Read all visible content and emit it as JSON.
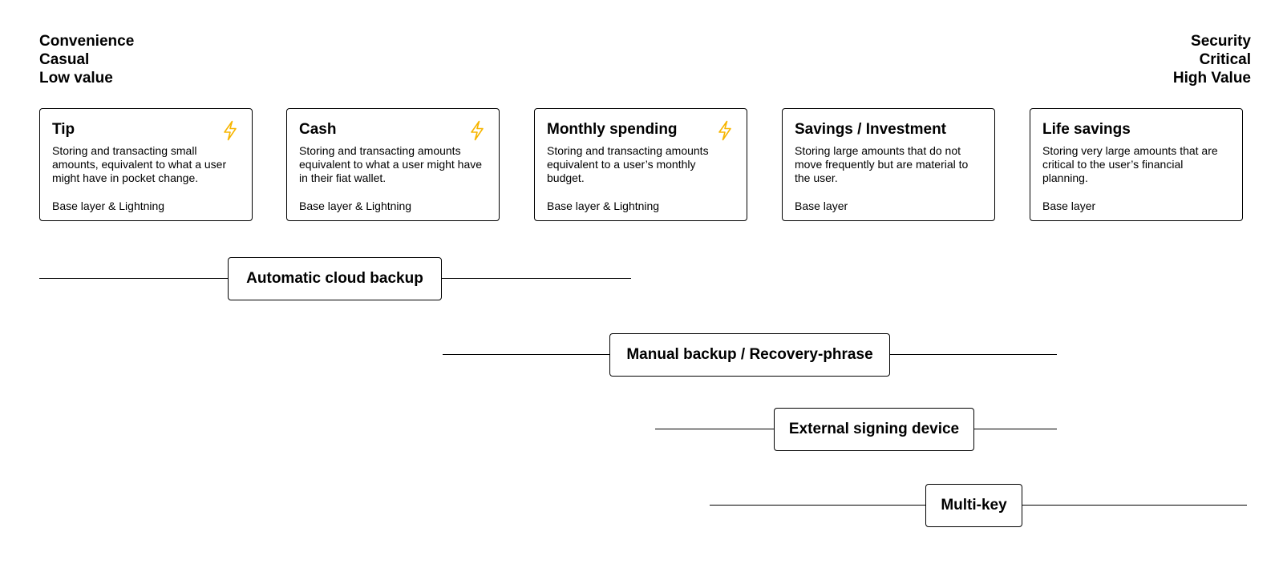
{
  "axis": {
    "left": [
      "Convenience",
      "Casual",
      "Low value"
    ],
    "right": [
      "Security",
      "Critical",
      "High Value"
    ]
  },
  "cards": [
    {
      "title": "Tip",
      "description": "Storing and transacting small amounts, equivalent to what a user might have in pocket change.",
      "layer": "Base layer & Lightning",
      "lightning_icon": true
    },
    {
      "title": "Cash",
      "description": "Storing and transacting amounts equivalent to what a user might have in their fiat wallet.",
      "layer": "Base layer & Lightning",
      "lightning_icon": true
    },
    {
      "title": "Monthly spending",
      "description": "Storing and transacting amounts equivalent to a user’s monthly budget.",
      "layer": "Base layer & Lightning",
      "lightning_icon": true
    },
    {
      "title": "Savings / Investment",
      "description": "Storing large amounts that do not move frequently but are material to the user.",
      "layer": "Base layer",
      "lightning_icon": false
    },
    {
      "title": "Life savings",
      "description": "Storing very large amounts that are critical to the user’s financial planning.",
      "layer": "Base layer",
      "lightning_icon": false
    }
  ],
  "methods": [
    {
      "label": "Automatic cloud backup"
    },
    {
      "label": "Manual backup / Recovery-phrase"
    },
    {
      "label": "External signing device"
    },
    {
      "label": "Multi-key"
    }
  ],
  "colors": {
    "lightning_icon": "#F7B500",
    "stroke": "#000000"
  },
  "icons": {
    "lightning": "lightning-bolt-icon"
  }
}
